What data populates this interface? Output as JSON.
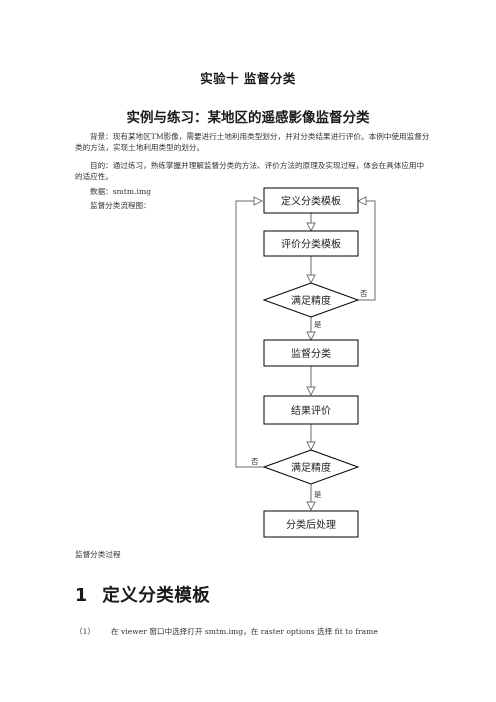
{
  "document": {
    "title": "实验十  监督分类",
    "subtitle": "实例与练习：某地区的遥感影像监督分类",
    "background": "背景：现有某地区TM影像，需要进行土地利用类型划分，并对分类结果进行评价。本例中使用监督分类的方法，实现土地利用类型的划分。",
    "purpose": "目的：通过练习，熟练掌握并理解监督分类的方法、评价方法的原理及实现过程，体会在具体应用中的适应性。",
    "data_line": "数据：smtm.img",
    "flow_line": "监督分类流程图：",
    "caption": "监督分类过程",
    "section_number": "1",
    "section_title": "定义分类模板",
    "step_number": "（1）",
    "step_text": "在 viewer 窗口中选择打开 smtm.img，在 raster options 选择 fit to frame"
  },
  "flowchart": {
    "nodes": {
      "define_template": "定义分类模板",
      "evaluate_template": "评价分类模板",
      "accuracy_check_1": "满足精度",
      "supervised_classification": "监督分类",
      "result_evaluation": "结果评价",
      "accuracy_check_2": "满足精度",
      "post_processing": "分类后处理"
    },
    "labels": {
      "yes_1": "是",
      "no_1": "否",
      "yes_2": "是",
      "no_2": "否"
    },
    "colors": {
      "box_stroke": "#000000",
      "arrow_stroke": "#6b6b6b",
      "arrowhead_fill": "#ffffff"
    }
  }
}
